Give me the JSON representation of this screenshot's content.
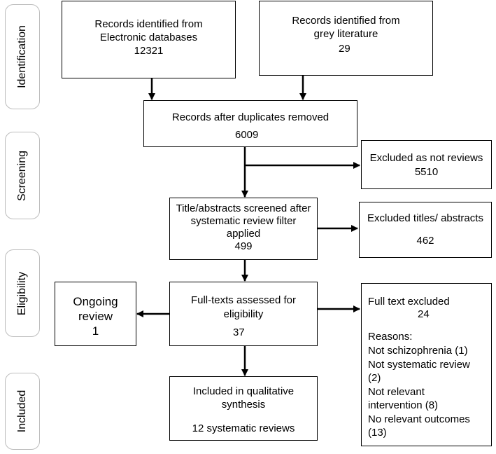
{
  "stages": [
    "Identification",
    "Screening",
    "Eligibility",
    "Included"
  ],
  "boxes": {
    "databases": {
      "line1": "Records identified from",
      "line2": "Electronic databases",
      "count": "12321"
    },
    "grey": {
      "line1": "Records identified from",
      "line2": "grey literature",
      "count": "29"
    },
    "dedup": {
      "line1": "Records after duplicates removed",
      "count": "6009"
    },
    "not_reviews": {
      "line1": "Excluded as not reviews",
      "count": "5510"
    },
    "screened": {
      "line1": "Title/abstracts screened after",
      "line2": "systematic review filter",
      "line3": "applied",
      "count": "499"
    },
    "excluded_titles": {
      "line1": "Excluded titles/ abstracts",
      "count": "462"
    },
    "fulltext": {
      "line1": "Full-texts assessed for",
      "line2": "eligibility",
      "count": "37"
    },
    "ongoing": {
      "line1": "Ongoing",
      "line2": "review",
      "count": "1"
    },
    "fulltext_excluded": {
      "line1": "Full text excluded",
      "count": "24",
      "reasons_label": "Reasons:",
      "reasons": [
        "Not schizophrenia (1)",
        "Not systematic review",
        "(2)",
        "Not relevant",
        "intervention (8)",
        "No relevant outcomes",
        "(13)"
      ]
    },
    "included": {
      "line1": "Included in qualitative",
      "line2": "synthesis",
      "count": "12 systematic reviews"
    }
  }
}
